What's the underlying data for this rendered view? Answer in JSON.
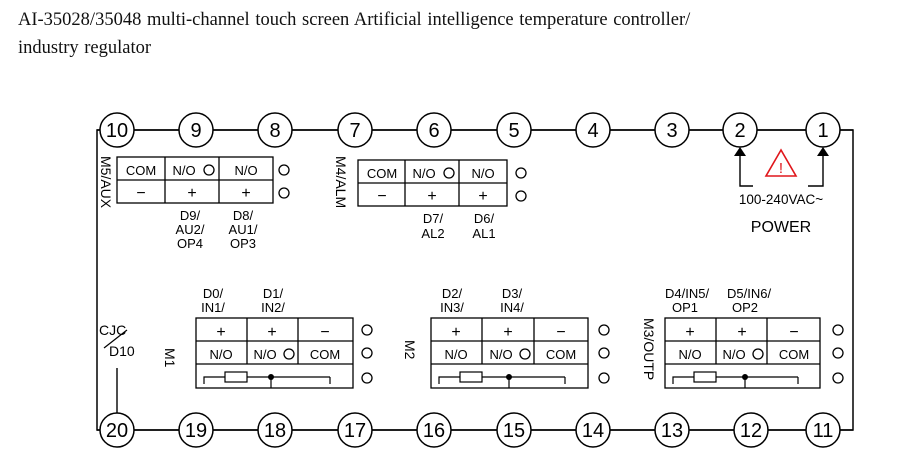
{
  "title": {
    "line1": "AI-35028/35048 multi-channel touch screen Artificial intelligence temperature controller/",
    "line2": "industry regulator"
  },
  "terminals_top": [
    "10",
    "9",
    "8",
    "7",
    "6",
    "5",
    "4",
    "3",
    "2",
    "1"
  ],
  "terminals_bottom": [
    "20",
    "19",
    "18",
    "17",
    "16",
    "15",
    "14",
    "13",
    "12",
    "11"
  ],
  "m5": {
    "label": "M5/AUX",
    "row1": [
      "COM",
      "N/O",
      "N/O"
    ],
    "row2": [
      "−",
      "+",
      "+"
    ],
    "d1": [
      "D9/",
      "AU2/",
      "OP4"
    ],
    "d2": [
      "D8/",
      "AU1/",
      "OP3"
    ]
  },
  "m4": {
    "label": "M4/ALM",
    "row1": [
      "COM",
      "N/O",
      "N/O"
    ],
    "row2": [
      "−",
      "+",
      "+"
    ],
    "d1": [
      "D7/",
      "AL2"
    ],
    "d2": [
      "D6/",
      "AL1"
    ]
  },
  "power": {
    "voltage": "100-240VAC~",
    "label": "POWER",
    "warning_symbol": "!"
  },
  "m1": {
    "label": "M1",
    "h1": [
      "D0/",
      "IN1/"
    ],
    "h2": [
      "D1/",
      "IN2/"
    ],
    "row1": [
      "+",
      "+",
      "−"
    ],
    "row2": [
      "N/O",
      "N/O",
      "COM"
    ]
  },
  "m2": {
    "label": "M2",
    "h1": [
      "D2/",
      "IN3/"
    ],
    "h2": [
      "D3/",
      "IN4/"
    ],
    "row1": [
      "+",
      "+",
      "−"
    ],
    "row2": [
      "N/O",
      "N/O",
      "COM"
    ]
  },
  "m3": {
    "label": "M3/OUTP",
    "h1": [
      "D4/IN5/",
      "OP1"
    ],
    "h2": [
      "D5/IN6/",
      "OP2"
    ],
    "row1": [
      "+",
      "+",
      "−"
    ],
    "row2": [
      "N/O",
      "N/O",
      "COM"
    ]
  },
  "cjc": {
    "top": "CJC",
    "bottom": "D10"
  },
  "colors": {
    "line": "#000000",
    "warning": "#e0161b",
    "background": "#ffffff"
  }
}
